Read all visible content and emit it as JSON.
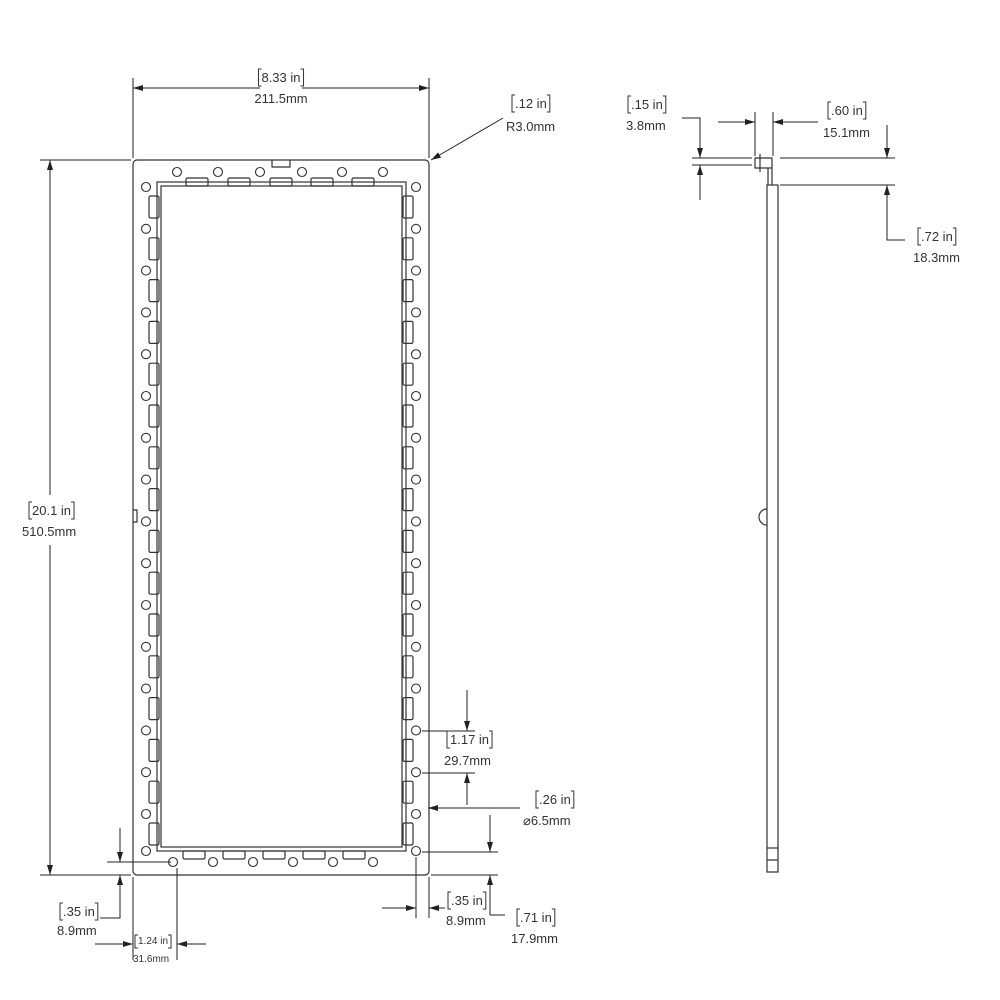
{
  "colors": {
    "line": "#222222",
    "text": "#333333",
    "background": "#ffffff"
  },
  "front_view": {
    "width": {
      "inch": "8.33 in",
      "mm": "211.5mm"
    },
    "corner_radius": {
      "inch": ".12 in",
      "mm": "R3.0mm"
    },
    "height": {
      "inch": "20.1 in",
      "mm": "510.5mm"
    },
    "hole_spacing": {
      "inch": "1.17 in",
      "mm": "29.7mm"
    },
    "hole_diameter": {
      "inch": ".26 in",
      "mm": "⌀6.5mm"
    },
    "bottom_hole_offset_left": {
      "inch": ".35 in",
      "mm": "8.9mm"
    },
    "first_hole_x": {
      "inch": "1.24 in",
      "mm": "31.6mm"
    },
    "side_hole_offset_right": {
      "inch": ".35 in",
      "mm": "8.9mm"
    },
    "corner_hole_y": {
      "inch": ".71 in",
      "mm": "17.9mm"
    }
  },
  "side_view": {
    "flange_thickness": {
      "inch": ".15 in",
      "mm": "3.8mm"
    },
    "depth": {
      "inch": ".60 in",
      "mm": "15.1mm"
    },
    "flange_height": {
      "inch": ".72 in",
      "mm": "18.3mm"
    }
  }
}
